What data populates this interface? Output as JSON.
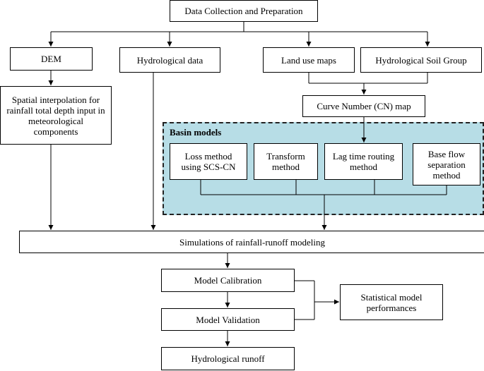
{
  "nodes": {
    "data_collection": "Data Collection and Preparation",
    "dem": "DEM",
    "hydrological_data": "Hydrological data",
    "land_use": "Land use maps",
    "soil_group": "Hydrological Soil Group",
    "spatial_interp": "Spatial interpolation for rainfall total depth input in meteorological components",
    "curve_number": "Curve Number (CN) map",
    "basin_title": "Basin models",
    "loss_method": "Loss method using SCS-CN",
    "transform": "Transform method",
    "lag_time": "Lag time routing method",
    "base_flow": "Base flow separation method",
    "simulations": "Simulations of rainfall-runoff modeling",
    "calibration": "Model Calibration",
    "validation": "Model Validation",
    "statistical": "Statistical model performances",
    "runoff": "Hydrological runoff"
  },
  "colors": {
    "basin_fill": "#b7dde6",
    "line": "#000000"
  }
}
